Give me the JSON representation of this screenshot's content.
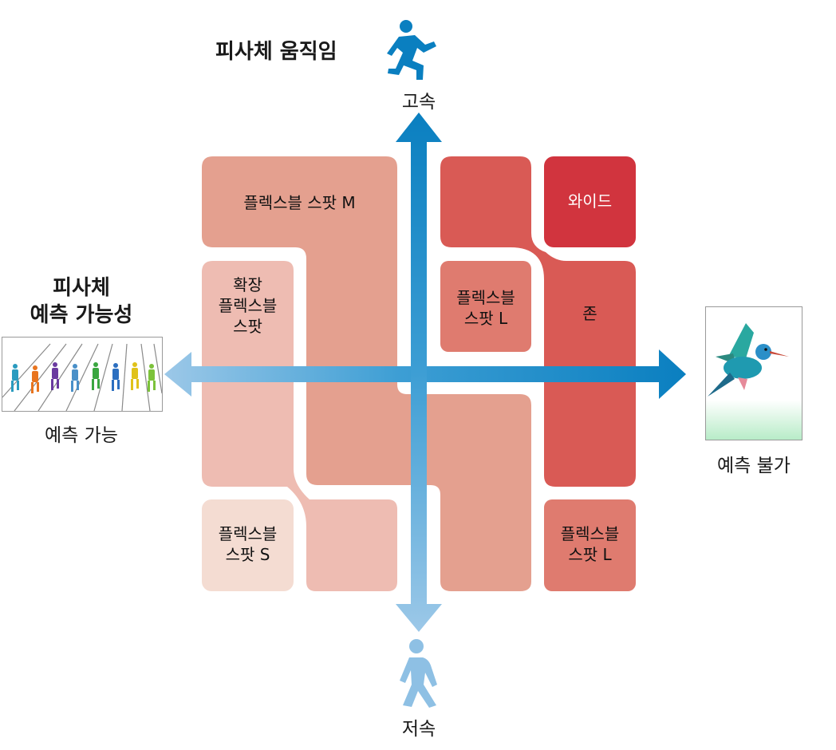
{
  "titles": {
    "subject_motion": "피사체 움직임",
    "subject_predictability_line1": "피사체",
    "subject_predictability_line2": "예측 가능성"
  },
  "axes": {
    "top": "고속",
    "bottom": "저속",
    "left": "예측 가능",
    "right": "예측 불가"
  },
  "zones": {
    "flex_spot_m": "플렉스블 스팟 M",
    "wide": "와이드",
    "expand_flex_spot": "확장\n플렉스블\n스팟",
    "flex_spot_l_center": "플렉스블\n스팟 L",
    "zone": "존",
    "flex_spot_s": "플렉스블\n스팟 S",
    "flex_spot_l_right": "플렉스블\n스팟 L"
  },
  "icons": {
    "top": "running-person-icon",
    "bottom": "walking-person-icon",
    "left": "sprinters-photo",
    "right": "hummingbird-photo"
  },
  "colors": {
    "axis_blue_dark": "#0a7fc0",
    "axis_blue_light": "#8ec0e4",
    "zone_lightest": "#f4dcd2",
    "zone_light": "#eebcb2",
    "zone_medium": "#e4a08f",
    "zone_dark": "#d95a55",
    "zone_darkest": "#d1343e",
    "zone_mid_red": "#df7b6f"
  }
}
